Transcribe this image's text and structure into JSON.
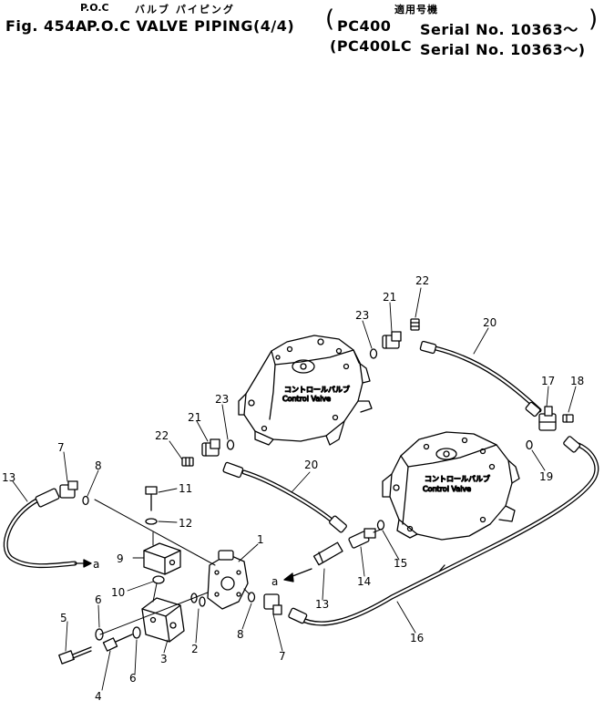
{
  "header": {
    "fig_label": "Fig. 454A",
    "title_jp_poc": "P.O.C",
    "title_jp": "バルブ パイピング",
    "title_en": "P.O.C VALVE PIPING(4/4)",
    "applicable_models_jp": "適用号機",
    "models": [
      {
        "model": "PC400",
        "serial": "Serial No. 10363～"
      },
      {
        "model": "(PC400LC",
        "serial": "Serial No. 10363～)"
      }
    ]
  },
  "diagram": {
    "valve_label_jp": "コントロールバルブ",
    "valve_label_en": "Control Valve",
    "connection_letter": "a",
    "callouts": {
      "c1": "1",
      "c2": "2",
      "c3": "3",
      "c4": "4",
      "c5": "5",
      "c6a": "6",
      "c6b": "6",
      "c7a": "7",
      "c7b": "7",
      "c8a": "8",
      "c8b": "8",
      "c9": "9",
      "c10": "10",
      "c11": "11",
      "c12": "12",
      "c13a": "13",
      "c13b": "13",
      "c14": "14",
      "c15": "15",
      "c16": "16",
      "c17": "17",
      "c18": "18",
      "c19": "19",
      "c20a": "20",
      "c20b": "20",
      "c21a": "21",
      "c21b": "21",
      "c22a": "22",
      "c22b": "22",
      "c23a": "23",
      "c23b": "23"
    }
  }
}
